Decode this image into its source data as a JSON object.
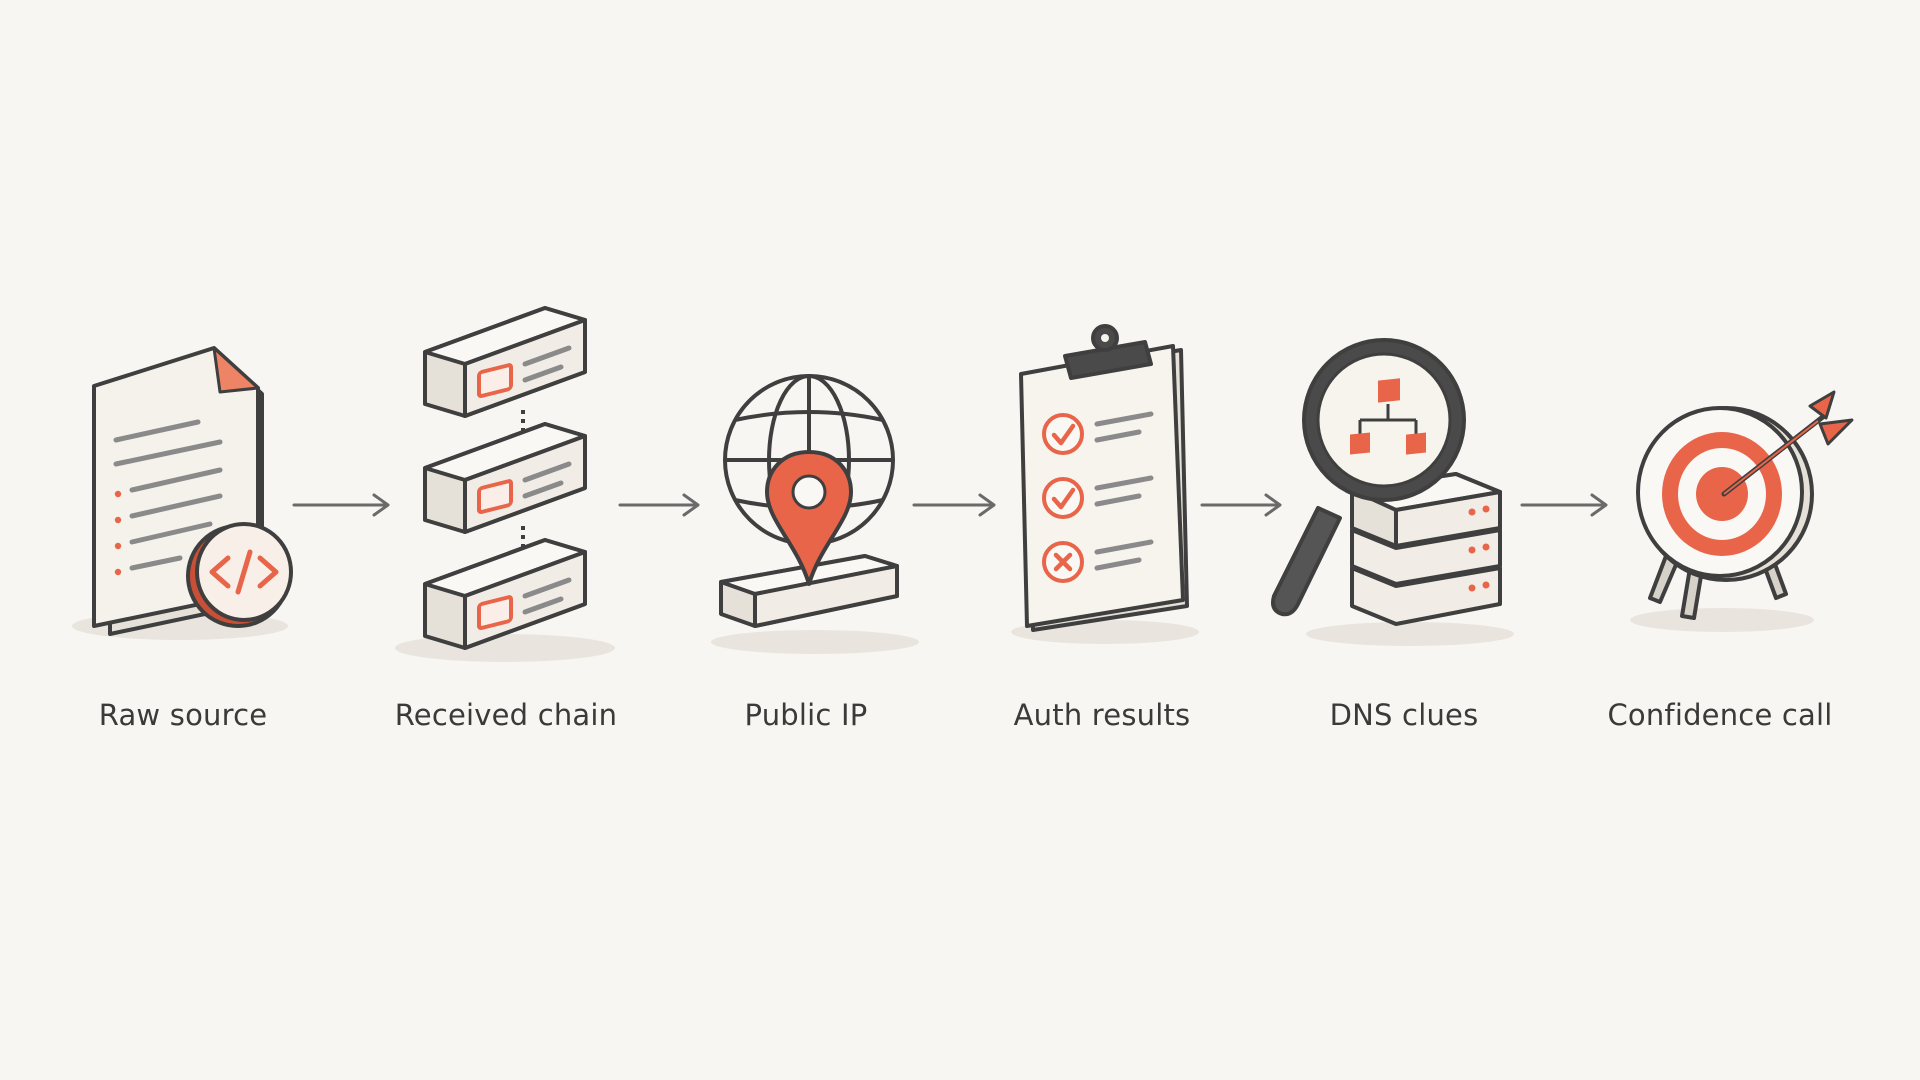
{
  "steps": [
    {
      "label": "Raw source",
      "icon": "code-document-icon"
    },
    {
      "label": "Received chain",
      "icon": "mail-chain-icon"
    },
    {
      "label": "Public IP",
      "icon": "globe-location-icon"
    },
    {
      "label": "Auth results",
      "icon": "checklist-clipboard-icon"
    },
    {
      "label": "DNS clues",
      "icon": "magnifier-server-icon"
    },
    {
      "label": "Confidence call",
      "icon": "target-arrow-icon"
    }
  ],
  "colors": {
    "background": "#f8f6f2",
    "accent": "#e8654a",
    "ink": "#3f3f3f",
    "panel": "#f4f1eb",
    "panel_side": "#e6e1d8"
  }
}
